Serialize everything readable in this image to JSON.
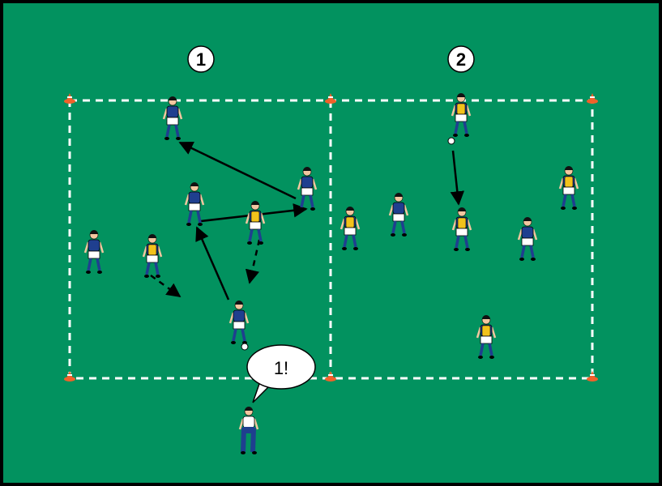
{
  "zones": [
    {
      "label": "1"
    },
    {
      "label": "2"
    }
  ],
  "coach": {
    "speech": "1!"
  },
  "colors": {
    "pitch": "#02925f",
    "field_lines": "#ffffff",
    "blue_team": "#1f3f8f",
    "yellow_bib": "#f2c21b",
    "cone": "#f0612a",
    "arrow": "#000000"
  }
}
